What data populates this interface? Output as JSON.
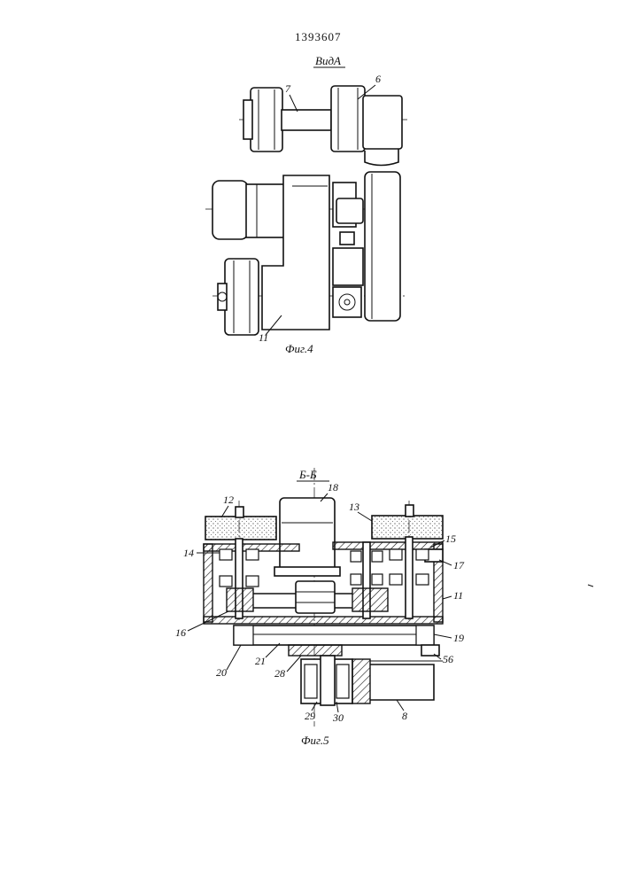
{
  "document": {
    "patent_number": "1393607",
    "view_a_title": "ВидА",
    "section_title": "Б-Б",
    "fig4_caption": "Фиг.4",
    "fig5_caption": "Фиг.5"
  },
  "fig4_labels": {
    "l7": "7",
    "l6": "6",
    "l11": "11"
  },
  "fig5_labels": {
    "l12": "12",
    "l18": "18",
    "l13": "13",
    "l14": "14",
    "l15": "15",
    "l17": "17",
    "l11": "11",
    "l16": "16",
    "l19": "19",
    "l20": "20",
    "l21": "21",
    "l56": "56",
    "l28": "28",
    "l29": "29",
    "l30": "30",
    "l8": "8"
  },
  "colors": {
    "ink": "#111111",
    "paper": "#ffffff"
  }
}
